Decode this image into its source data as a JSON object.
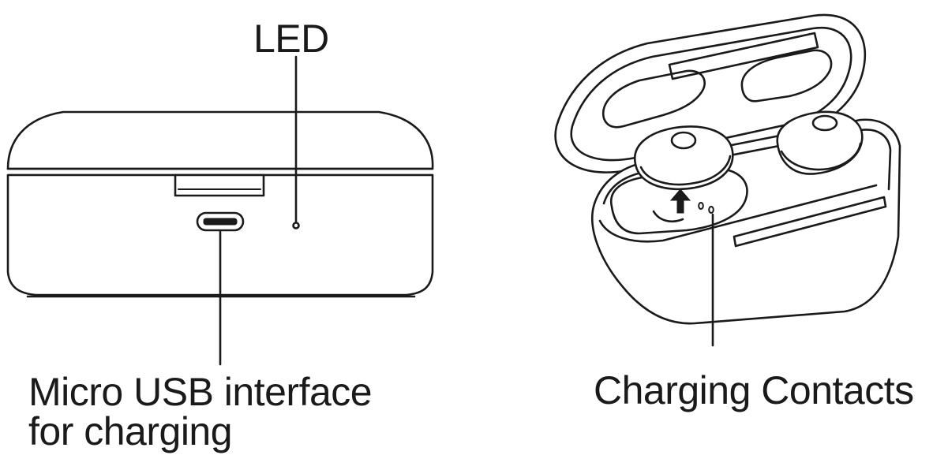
{
  "labels": {
    "led": "LED",
    "usb_line1": "Micro USB interface",
    "usb_line2": "for charging",
    "charging_contacts": "Charging Contacts"
  },
  "colors": {
    "ink": "#1a1a1a",
    "background": "#ffffff"
  }
}
